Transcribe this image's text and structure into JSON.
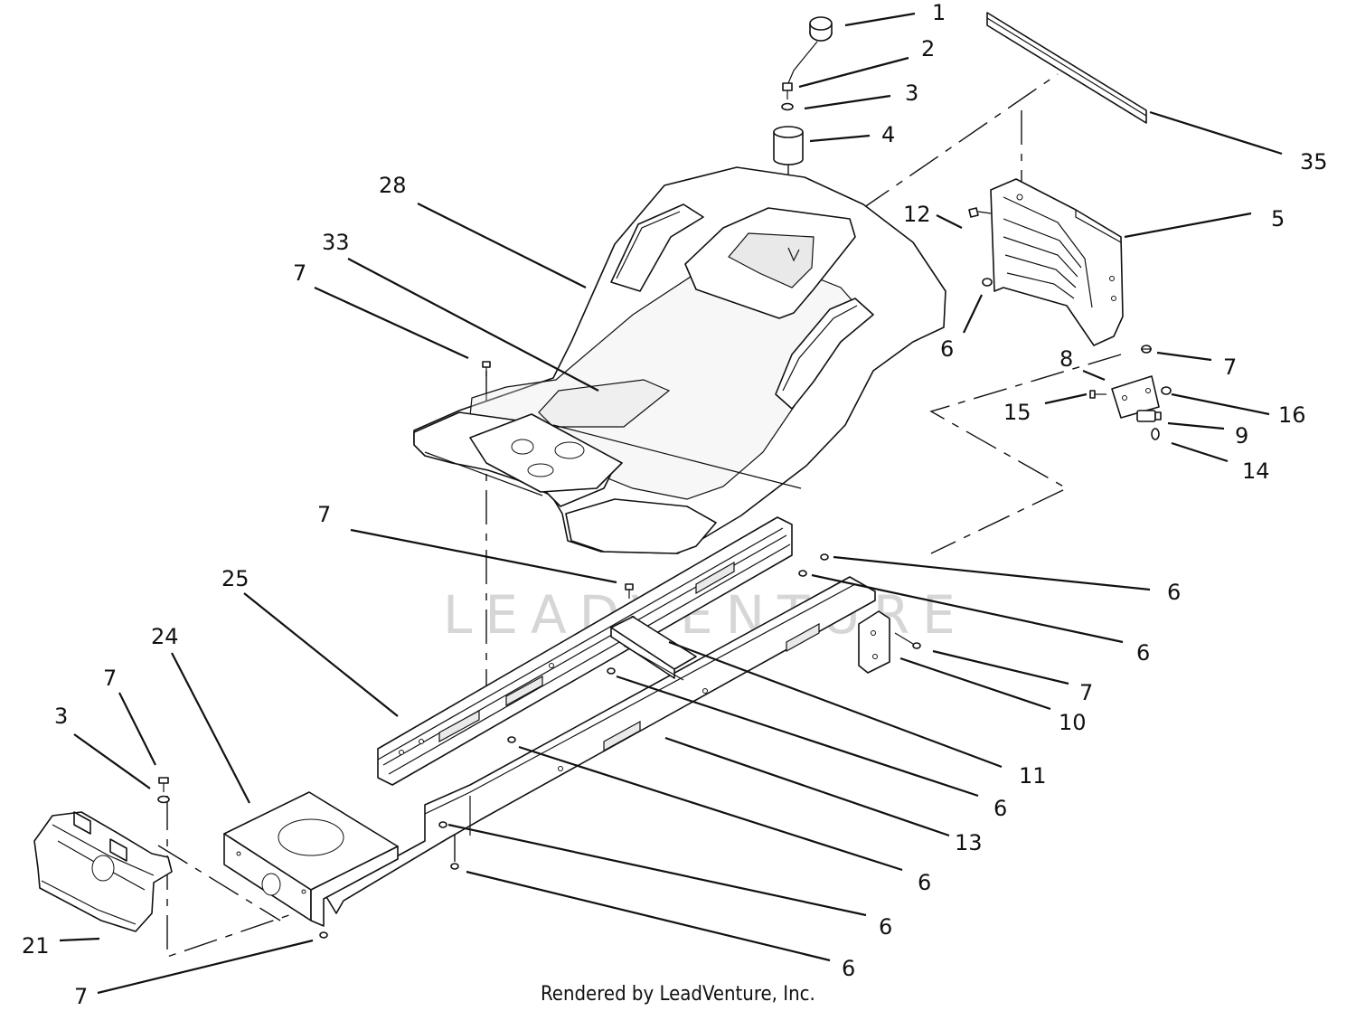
{
  "diagram": {
    "watermark": "LEADVENTURE",
    "credit": "Rendered by LeadVenture, Inc.",
    "callouts": [
      {
        "id": "c1",
        "label": "1"
      },
      {
        "id": "c2",
        "label": "2"
      },
      {
        "id": "c3",
        "label": "3"
      },
      {
        "id": "c4",
        "label": "4"
      },
      {
        "id": "c35",
        "label": "35"
      },
      {
        "id": "c28",
        "label": "28"
      },
      {
        "id": "c33",
        "label": "33"
      },
      {
        "id": "c7a",
        "label": "7"
      },
      {
        "id": "c12",
        "label": "12"
      },
      {
        "id": "c5",
        "label": "5"
      },
      {
        "id": "c6a",
        "label": "6"
      },
      {
        "id": "c7b",
        "label": "7"
      },
      {
        "id": "c8",
        "label": "8"
      },
      {
        "id": "c16",
        "label": "16"
      },
      {
        "id": "c15",
        "label": "15"
      },
      {
        "id": "c9",
        "label": "9"
      },
      {
        "id": "c14",
        "label": "14"
      },
      {
        "id": "c7c",
        "label": "7"
      },
      {
        "id": "c6b",
        "label": "6"
      },
      {
        "id": "c25",
        "label": "25"
      },
      {
        "id": "c6c",
        "label": "6"
      },
      {
        "id": "c24",
        "label": "24"
      },
      {
        "id": "c7d",
        "label": "7"
      },
      {
        "id": "c10",
        "label": "10"
      },
      {
        "id": "c7e",
        "label": "7"
      },
      {
        "id": "c3b",
        "label": "3"
      },
      {
        "id": "c11",
        "label": "11"
      },
      {
        "id": "c6d",
        "label": "6"
      },
      {
        "id": "c13",
        "label": "13"
      },
      {
        "id": "c6e",
        "label": "6"
      },
      {
        "id": "c6f",
        "label": "6"
      },
      {
        "id": "c21",
        "label": "21"
      },
      {
        "id": "c6g",
        "label": "6"
      },
      {
        "id": "c7f",
        "label": "7"
      }
    ]
  }
}
